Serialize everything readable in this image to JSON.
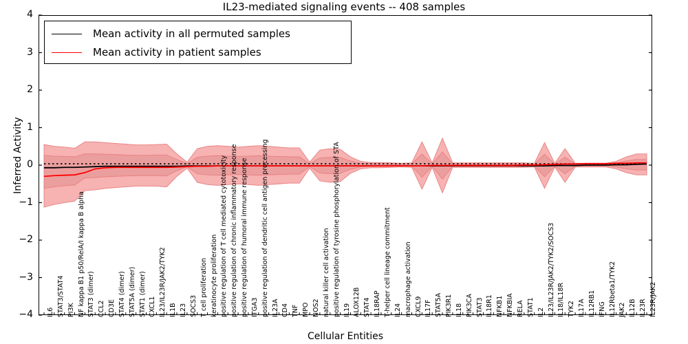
{
  "chart_data": {
    "type": "area",
    "title": "IL23-mediated signaling events -- 408 samples",
    "xlabel": "Cellular Entities",
    "ylabel": "Inferred Activity",
    "ylim": [
      -4,
      4
    ],
    "yticks": [
      4,
      3,
      2,
      1,
      0,
      -1,
      -2,
      -3,
      -4
    ],
    "grid": false,
    "legend_position": "upper left",
    "legend": [
      {
        "name": "Mean activity in all permuted samples",
        "color": "#000000",
        "style": "solid"
      },
      {
        "name": "Mean activity in patient samples",
        "color": "#ff0000",
        "style": "solid"
      }
    ],
    "band_colors": {
      "outer": "#f7b2b2",
      "inner": "#eb9e9e",
      "edge": "#e87f7f"
    },
    "categories": [
      "IL6",
      "STAT3/STAT4",
      "PI3K",
      "NF kappa B1 p50/RelA/I kappa B alpha",
      "STAT3 (dimer)",
      "CCL2",
      "CD3E",
      "STAT4 (dimer)",
      "STAT5A (dimer)",
      "STAT1 (dimer)",
      "CXCL1",
      "IL23/IL23R/JAK2/TYK2",
      "IL1B",
      "IL23",
      "SOCS3",
      "T cell proliferation",
      "keratinocyte proliferation",
      "positive regulation of T cell mediated cytotoxicity",
      "positive regulation of chronic inflammatory response",
      "positive regulation of humoral immune response",
      "ITGA3",
      "positive regulation of dendritic cell antigen processing",
      "IL23A",
      "CD4",
      "TNF",
      "MPO",
      "NOS2",
      "natural killer cell activation",
      "positive regulation of tyrosine phosphorylation of STA",
      "IL19",
      "ALOX12B",
      "STAT4",
      "IL18RAP",
      "T-helper cell lineage commitment",
      "IL24",
      "macrophage activation",
      "CXCL9",
      "IL17F",
      "STAT5A",
      "PIK3R1",
      "IL18",
      "PIK3CA",
      "STAT3",
      "IL18R1",
      "NFKB1",
      "NFKBIA",
      "RELA",
      "STAT1",
      "IL2",
      "IL23/IL23R/JAK2/TYK2/SOCS3",
      "IL18/IL18R",
      "TYK2",
      "IL17A",
      "IL12RB1",
      "IFNG",
      "IL12Rbeta1/TYK2",
      "JAK2",
      "IL12B",
      "IL23R",
      "IL23R/JAK2"
    ],
    "series": [
      {
        "name": "Mean activity in all permuted samples",
        "color": "#000000",
        "values": [
          -0.07,
          -0.07,
          -0.06,
          -0.06,
          -0.05,
          -0.04,
          -0.03,
          -0.03,
          -0.03,
          -0.03,
          -0.03,
          -0.03,
          -0.03,
          -0.03,
          -0.02,
          -0.02,
          -0.02,
          -0.02,
          -0.02,
          -0.02,
          -0.02,
          -0.02,
          -0.02,
          -0.02,
          -0.02,
          -0.02,
          -0.02,
          -0.02,
          -0.02,
          -0.02,
          -0.02,
          -0.02,
          -0.02,
          -0.02,
          -0.02,
          -0.02,
          -0.02,
          -0.02,
          -0.02,
          -0.02,
          -0.02,
          -0.02,
          -0.02,
          -0.02,
          -0.02,
          -0.02,
          -0.02,
          -0.02,
          -0.02,
          -0.02,
          -0.01,
          -0.01,
          -0.01,
          0.0,
          0.0,
          0.0,
          0.01,
          0.01,
          0.02,
          0.03
        ]
      },
      {
        "name": "Mean activity in patient samples",
        "color": "#ff0000",
        "values": [
          -0.3,
          -0.28,
          -0.27,
          -0.26,
          -0.2,
          -0.1,
          -0.07,
          -0.06,
          -0.06,
          -0.06,
          -0.06,
          -0.06,
          -0.06,
          -0.05,
          -0.04,
          -0.03,
          -0.03,
          -0.02,
          -0.02,
          -0.02,
          -0.02,
          -0.02,
          -0.02,
          -0.02,
          -0.02,
          -0.02,
          -0.02,
          -0.02,
          -0.02,
          -0.02,
          -0.02,
          -0.02,
          -0.02,
          -0.02,
          -0.02,
          -0.02,
          -0.02,
          -0.02,
          -0.01,
          -0.01,
          -0.01,
          -0.01,
          -0.01,
          -0.01,
          -0.01,
          -0.01,
          -0.01,
          0.0,
          0.0,
          0.01,
          0.02,
          0.03,
          0.03,
          0.04,
          0.04,
          0.04,
          0.05,
          0.05,
          0.06,
          0.06
        ]
      }
    ],
    "bands": {
      "outer_upper": [
        0.55,
        0.5,
        0.48,
        0.45,
        0.62,
        0.62,
        0.6,
        0.58,
        0.56,
        0.54,
        0.54,
        0.55,
        0.56,
        0.3,
        0.08,
        0.44,
        0.5,
        0.52,
        0.5,
        0.48,
        0.5,
        0.52,
        0.5,
        0.48,
        0.46,
        0.46,
        0.08,
        0.4,
        0.44,
        0.42,
        0.22,
        0.1,
        0.07,
        0.07,
        0.06,
        0.05,
        0.06,
        0.62,
        0.06,
        0.72,
        0.06,
        0.06,
        0.06,
        0.06,
        0.06,
        0.06,
        0.06,
        0.06,
        0.05,
        0.6,
        0.05,
        0.44,
        0.05,
        0.05,
        0.05,
        0.05,
        0.1,
        0.22,
        0.3,
        0.3
      ],
      "outer_lower": [
        -1.12,
        -1.05,
        -1.0,
        -0.96,
        -0.68,
        -0.66,
        -0.62,
        -0.6,
        -0.58,
        -0.56,
        -0.56,
        -0.56,
        -0.58,
        -0.3,
        -0.08,
        -0.46,
        -0.52,
        -0.54,
        -0.52,
        -0.5,
        -0.52,
        -0.54,
        -0.52,
        -0.5,
        -0.48,
        -0.48,
        -0.08,
        -0.42,
        -0.46,
        -0.44,
        -0.22,
        -0.1,
        -0.07,
        -0.07,
        -0.06,
        -0.05,
        -0.06,
        -0.64,
        -0.06,
        -0.74,
        -0.06,
        -0.06,
        -0.06,
        -0.06,
        -0.06,
        -0.06,
        -0.06,
        -0.06,
        -0.05,
        -0.62,
        -0.05,
        -0.46,
        -0.05,
        -0.05,
        -0.05,
        -0.05,
        -0.1,
        -0.2,
        -0.26,
        -0.26
      ],
      "inner_upper": [
        0.26,
        0.24,
        0.23,
        0.22,
        0.3,
        0.3,
        0.29,
        0.28,
        0.27,
        0.26,
        0.26,
        0.27,
        0.27,
        0.15,
        0.04,
        0.21,
        0.24,
        0.25,
        0.24,
        0.23,
        0.24,
        0.25,
        0.24,
        0.23,
        0.22,
        0.22,
        0.04,
        0.19,
        0.21,
        0.2,
        0.11,
        0.05,
        0.035,
        0.035,
        0.03,
        0.025,
        0.03,
        0.3,
        0.03,
        0.35,
        0.03,
        0.03,
        0.03,
        0.03,
        0.03,
        0.03,
        0.03,
        0.03,
        0.025,
        0.29,
        0.025,
        0.21,
        0.025,
        0.025,
        0.025,
        0.025,
        0.05,
        0.11,
        0.15,
        0.15
      ],
      "inner_lower": [
        -0.62,
        -0.58,
        -0.55,
        -0.53,
        -0.34,
        -0.33,
        -0.31,
        -0.3,
        -0.29,
        -0.28,
        -0.28,
        -0.28,
        -0.29,
        -0.15,
        -0.04,
        -0.23,
        -0.26,
        -0.27,
        -0.26,
        -0.25,
        -0.26,
        -0.27,
        -0.26,
        -0.25,
        -0.24,
        -0.24,
        -0.04,
        -0.21,
        -0.23,
        -0.22,
        -0.11,
        -0.05,
        -0.035,
        -0.035,
        -0.03,
        -0.025,
        -0.03,
        -0.32,
        -0.03,
        -0.37,
        -0.03,
        -0.03,
        -0.03,
        -0.03,
        -0.03,
        -0.03,
        -0.03,
        -0.03,
        -0.025,
        -0.31,
        -0.025,
        -0.23,
        -0.025,
        -0.025,
        -0.025,
        -0.025,
        -0.05,
        -0.1,
        -0.13,
        -0.13
      ]
    }
  }
}
